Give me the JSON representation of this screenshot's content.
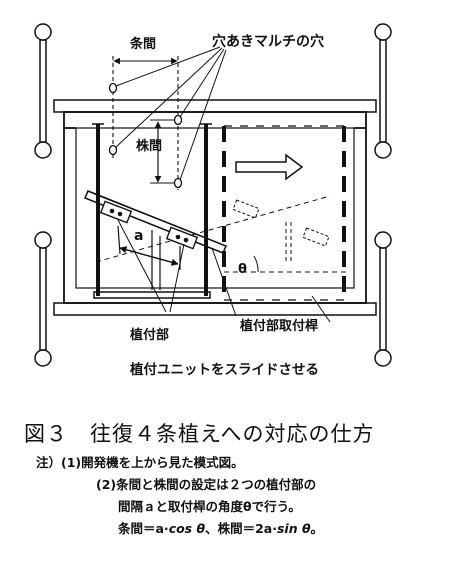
{
  "figure": {
    "labels": {
      "row_spacing": "条間",
      "mulch_holes": "穴あきマルチの穴",
      "plant_spacing": "株間",
      "a": "a",
      "theta": "θ",
      "planting_unit": "植付部",
      "unit_mount_rod": "植付部取付桿",
      "slide_note": "植付ユニットをスライドさせる"
    }
  },
  "caption": {
    "title": "図３　往復４条植えへの対応の仕方",
    "note1": "注）(1)開発機を上から見た模式図。",
    "note2": "(2)条間と株間の設定は２つの植付部の",
    "note3": "間隔ａと取付桿の角度θで行う。",
    "formula": {
      "jokan": "条間＝a·",
      "cos": "cos θ",
      "sep": "、株間＝2a·",
      "sin": "sin θ",
      "end": "。"
    }
  }
}
